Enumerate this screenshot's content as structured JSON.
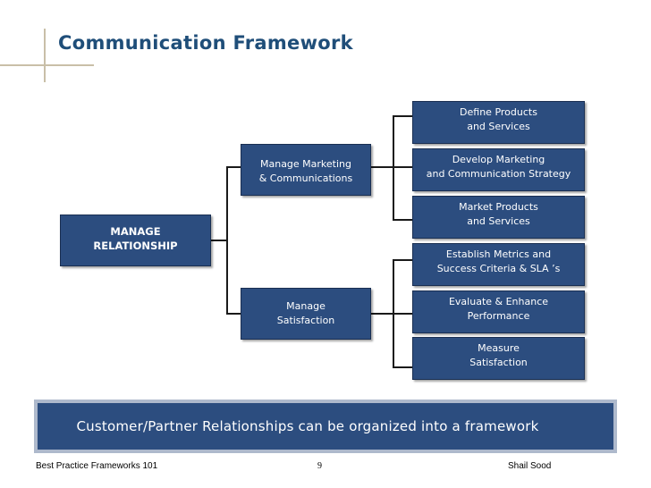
{
  "slide": {
    "title": "Communication Framework",
    "root": "MANAGE\nRELATIONSHIP",
    "branches": [
      {
        "label": "Manage Marketing\n& Communications",
        "children": [
          "Define Products\nand  Services",
          "Develop Marketing\nand Communication Strategy",
          "Market Products\nand Services"
        ]
      },
      {
        "label": "Manage\nSatisfaction",
        "children": [
          "Establish Metrics and\nSuccess Criteria & SLA ’s",
          "Evaluate & Enhance\nPerformance",
          "Measure\nSatisfaction"
        ]
      }
    ],
    "banner": "Customer/Partner Relationships can be organized into a framework"
  },
  "footer": {
    "left": "Best Practice Frameworks 101",
    "page": "9",
    "author": "Shail Sood"
  },
  "colors": {
    "box_fill": "#2c4d7f",
    "title": "#1f4e79",
    "accent_rule": "#c9bfa8"
  }
}
